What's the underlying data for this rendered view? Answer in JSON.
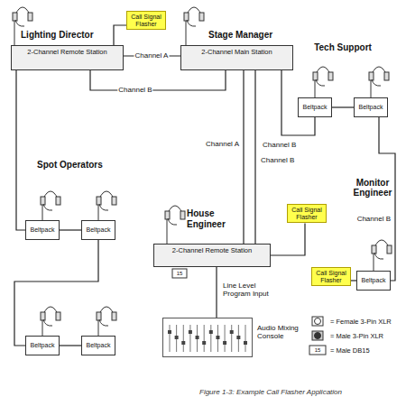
{
  "diagram": {
    "caption": "Figure 1-3: Example Call Flasher Application",
    "nodes": [
      {
        "text": [
          "Lighting Director",
          "2-Channel Remote Station"
        ]
      },
      {
        "text": [
          "Call Signal Flasher"
        ]
      },
      {
        "text": [
          "Stage Manager",
          "2-Channel Main Station"
        ]
      },
      {
        "text": [
          "Beltpack"
        ]
      },
      {
        "text": [
          "Beltpack"
        ]
      },
      {
        "text": [
          "Beltpack"
        ]
      },
      {
        "text": [
          "Beltpack"
        ]
      },
      {
        "text": [
          "Beltpack"
        ]
      },
      {
        "text": [
          "Beltpack"
        ]
      },
      {
        "text": [
          "House Engineer",
          "2-Channel Remote Station"
        ]
      },
      {
        "text": [
          "Call Signal Flasher"
        ]
      },
      {
        "text": [
          "Call Signal Flasher"
        ]
      },
      {
        "text": [
          "Beltpack"
        ]
      },
      {
        "text": [
          "Audio Mixing Console"
        ]
      }
    ],
    "edges": [
      {
        "from": 0,
        "to": 1,
        "arrow": "none"
      },
      {
        "from": 0,
        "to": 2,
        "label": "Channel A",
        "arrow": "none"
      },
      {
        "from": 0,
        "to": 2,
        "label": "Channel B",
        "arrow": "none"
      },
      {
        "from": 2,
        "to": 3,
        "label": "Channel B",
        "arrow": "none"
      },
      {
        "from": 3,
        "to": 4,
        "arrow": "none"
      },
      {
        "from": 4,
        "to": 12,
        "label": "Channel B",
        "arrow": "none"
      },
      {
        "from": 2,
        "to": 9,
        "label": "Channel A",
        "arrow": "none"
      },
      {
        "from": 2,
        "to": 9,
        "label": "Channel B",
        "arrow": "none"
      },
      {
        "from": 10,
        "to": 9,
        "arrow": "none"
      },
      {
        "from": 11,
        "to": 12,
        "arrow": "none"
      },
      {
        "from": 0,
        "to": 5,
        "arrow": "none"
      },
      {
        "from": 5,
        "to": 6,
        "arrow": "none"
      },
      {
        "from": 6,
        "to": 7,
        "arrow": "none"
      },
      {
        "from": 7,
        "to": 8,
        "arrow": "none"
      },
      {
        "from": 13,
        "to": 9,
        "label": "Line Level Program Input",
        "arrow": "none"
      }
    ],
    "labels": [
      "Tech Support",
      "Spot Operators",
      "Monitor Engineer",
      "15",
      "15"
    ],
    "legend": [
      {
        "text": "= Female 3-Pin XLR"
      },
      {
        "text": "= Male 3-Pin XLR"
      },
      {
        "text": "= Male DB15"
      }
    ]
  }
}
